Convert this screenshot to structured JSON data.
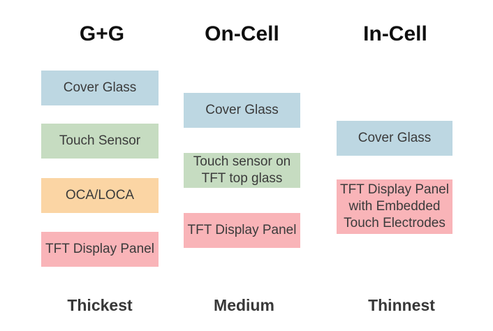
{
  "colors": {
    "blue": "#bdd7e2",
    "green": "#c6dcc1",
    "orange": "#fbd5a4",
    "pink": "#f9b4b8"
  },
  "columns": [
    {
      "title": "G+G",
      "thickness": "Thickest",
      "layers": [
        {
          "label": "Cover Glass",
          "color": "blue"
        },
        {
          "label": "Touch Sensor",
          "color": "green"
        },
        {
          "label": "OCA/LOCA",
          "color": "orange"
        },
        {
          "label": "TFT Display Panel",
          "color": "pink"
        }
      ]
    },
    {
      "title": "On-Cell",
      "thickness": "Medium",
      "layers": [
        {
          "label": "Cover Glass",
          "color": "blue"
        },
        {
          "label": "Touch sensor on TFT top glass",
          "color": "green"
        },
        {
          "label": "TFT Display Panel",
          "color": "pink"
        }
      ]
    },
    {
      "title": "In-Cell",
      "thickness": "Thinnest",
      "layers": [
        {
          "label": "Cover Glass",
          "color": "blue"
        },
        {
          "label": "TFT Display Panel with Embedded Touch Electrodes",
          "color": "pink"
        }
      ]
    }
  ]
}
